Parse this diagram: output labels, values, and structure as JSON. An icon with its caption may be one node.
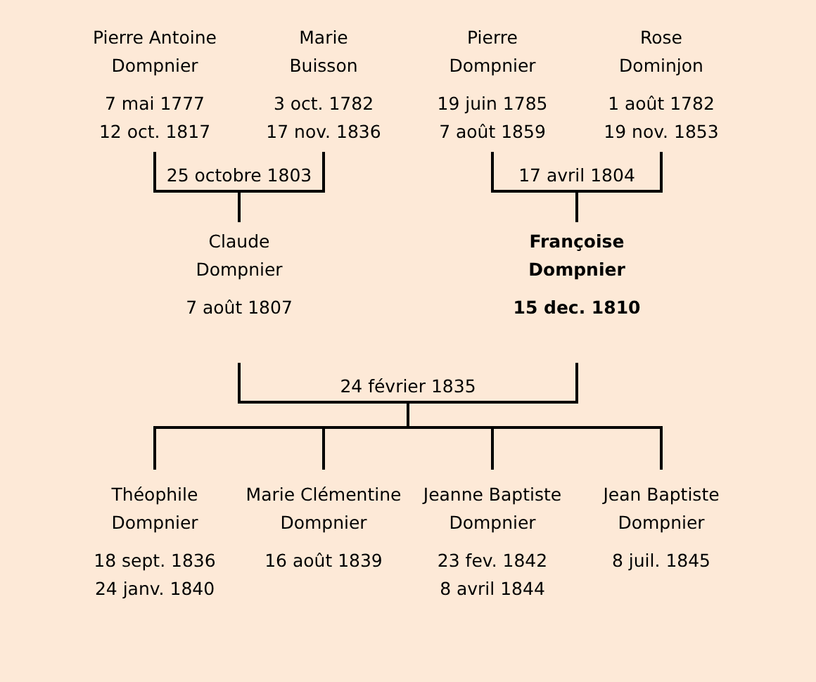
{
  "diagram": {
    "nodes": [
      {
        "text": [
          "Pierre Antoine Dompnier",
          "7 mai 1777",
          "12 oct. 1817"
        ]
      },
      {
        "text": [
          "Marie Buisson",
          "3 oct. 1782",
          "17 nov. 1836"
        ]
      },
      {
        "text": [
          "Pierre Dompnier",
          "19 juin 1785",
          "7 août 1859"
        ]
      },
      {
        "text": [
          "Rose Dominjon",
          "1 août 1782",
          "19 nov. 1853"
        ]
      },
      {
        "text": [
          "25 octobre 1803"
        ]
      },
      {
        "text": [
          "17 avril 1804"
        ]
      },
      {
        "text": [
          "Claude Dompnier",
          "7 août 1807"
        ]
      },
      {
        "text": [
          "Françoise Dompnier",
          "15 dec. 1810"
        ]
      },
      {
        "text": [
          "24 février 1835"
        ]
      },
      {
        "text": [
          "Théophile Dompnier",
          "18 sept. 1836",
          "24 janv. 1840"
        ]
      },
      {
        "text": [
          "Marie Clémentine Dompnier",
          "16 août 1839"
        ]
      },
      {
        "text": [
          "Jeanne Baptiste Dompnier",
          "23 fev. 1842",
          "8 avril 1844"
        ]
      },
      {
        "text": [
          "Jean Baptiste Dompnier",
          "8 juil. 1845"
        ]
      }
    ],
    "edges": [
      {
        "from": 0,
        "to": 4,
        "arrow": "none"
      },
      {
        "from": 1,
        "to": 4,
        "arrow": "none"
      },
      {
        "from": 4,
        "to": 6,
        "arrow": "none"
      },
      {
        "from": 2,
        "to": 5,
        "arrow": "none"
      },
      {
        "from": 3,
        "to": 5,
        "arrow": "none"
      },
      {
        "from": 5,
        "to": 7,
        "arrow": "none"
      },
      {
        "from": 6,
        "to": 8,
        "arrow": "none"
      },
      {
        "from": 7,
        "to": 8,
        "arrow": "none"
      },
      {
        "from": 8,
        "to": 9,
        "arrow": "none"
      },
      {
        "from": 8,
        "to": 10,
        "arrow": "none"
      },
      {
        "from": 8,
        "to": 11,
        "arrow": "none"
      },
      {
        "from": 8,
        "to": 12,
        "arrow": "none"
      }
    ]
  }
}
